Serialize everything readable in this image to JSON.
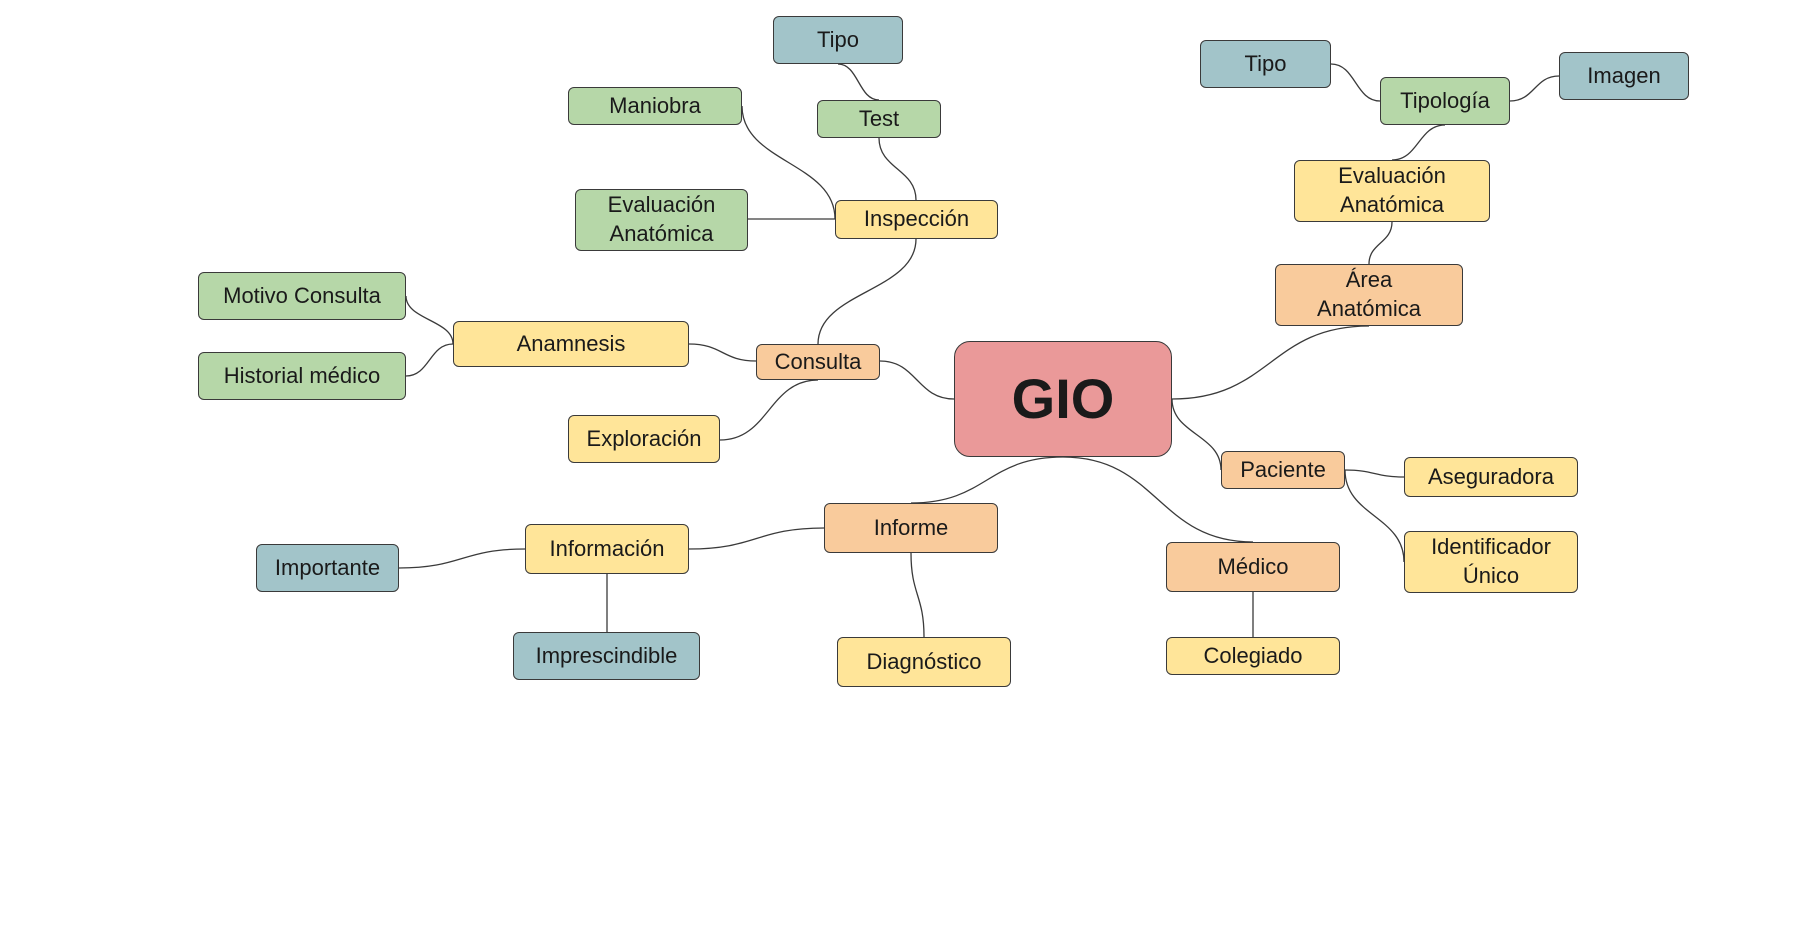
{
  "colors": {
    "root": "#ea9999",
    "orange": "#f9cb9c",
    "yellow": "#ffe599",
    "green": "#b6d7a8",
    "blue": "#a2c4c9",
    "line": "#3a3a3a"
  },
  "nodes": {
    "gio": {
      "label": "GIO",
      "color": "root"
    },
    "consulta": {
      "label": "Consulta",
      "color": "orange"
    },
    "anamnesis": {
      "label": "Anamnesis",
      "color": "yellow"
    },
    "motivo_consulta": {
      "label": "Motivo Consulta",
      "color": "green"
    },
    "historial_medico": {
      "label": "Historial médico",
      "color": "green"
    },
    "exploracion": {
      "label": "Exploración",
      "color": "yellow"
    },
    "inspeccion": {
      "label": "Inspección",
      "color": "yellow"
    },
    "maniobra": {
      "label": "Maniobra",
      "color": "green"
    },
    "evaluacion_anatomica_izq": {
      "label": "Evaluación\nAnatómica",
      "color": "green"
    },
    "test": {
      "label": "Test",
      "color": "green"
    },
    "tipo_test": {
      "label": "Tipo",
      "color": "blue"
    },
    "area_anatomica": {
      "label": "Área\nAnatómica",
      "color": "orange"
    },
    "evaluacion_anatomica_der": {
      "label": "Evaluación\nAnatómica",
      "color": "yellow"
    },
    "tipologia": {
      "label": "Tipología",
      "color": "green"
    },
    "tipo_tipologia": {
      "label": "Tipo",
      "color": "blue"
    },
    "imagen": {
      "label": "Imagen",
      "color": "blue"
    },
    "paciente": {
      "label": "Paciente",
      "color": "orange"
    },
    "aseguradora": {
      "label": "Aseguradora",
      "color": "yellow"
    },
    "identificador_unico": {
      "label": "Identificador\nÚnico",
      "color": "yellow"
    },
    "medico": {
      "label": "Médico",
      "color": "orange"
    },
    "colegiado": {
      "label": "Colegiado",
      "color": "yellow"
    },
    "informe": {
      "label": "Informe",
      "color": "orange"
    },
    "informacion": {
      "label": "Información",
      "color": "yellow"
    },
    "importante": {
      "label": "Importante",
      "color": "blue"
    },
    "imprescindible": {
      "label": "Imprescindible",
      "color": "blue"
    },
    "diagnostico": {
      "label": "Diagnóstico",
      "color": "yellow"
    }
  },
  "edges": [
    [
      "gio",
      "consulta"
    ],
    [
      "consulta",
      "anamnesis"
    ],
    [
      "anamnesis",
      "motivo_consulta"
    ],
    [
      "anamnesis",
      "historial_medico"
    ],
    [
      "consulta",
      "exploracion"
    ],
    [
      "consulta",
      "inspeccion"
    ],
    [
      "inspeccion",
      "maniobra"
    ],
    [
      "inspeccion",
      "evaluacion_anatomica_izq"
    ],
    [
      "inspeccion",
      "test"
    ],
    [
      "test",
      "tipo_test"
    ],
    [
      "gio",
      "area_anatomica"
    ],
    [
      "area_anatomica",
      "evaluacion_anatomica_der"
    ],
    [
      "evaluacion_anatomica_der",
      "tipologia"
    ],
    [
      "tipologia",
      "tipo_tipologia"
    ],
    [
      "tipologia",
      "imagen"
    ],
    [
      "gio",
      "paciente"
    ],
    [
      "paciente",
      "aseguradora"
    ],
    [
      "paciente",
      "identificador_unico"
    ],
    [
      "gio",
      "medico"
    ],
    [
      "medico",
      "colegiado"
    ],
    [
      "gio",
      "informe"
    ],
    [
      "informe",
      "informacion"
    ],
    [
      "informacion",
      "importante"
    ],
    [
      "informacion",
      "imprescindible"
    ],
    [
      "informe",
      "diagnostico"
    ]
  ]
}
